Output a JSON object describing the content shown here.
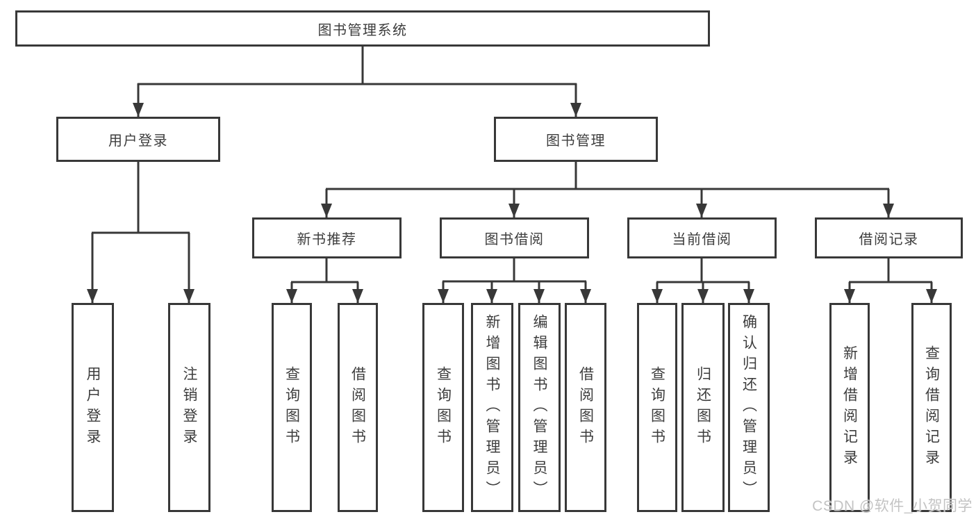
{
  "diagram": {
    "title": "图书管理系统",
    "branches": [
      {
        "label": "用户登录",
        "children": [
          {
            "label": "用户登录"
          },
          {
            "label": "注销登录"
          }
        ]
      },
      {
        "label": "图书管理",
        "children": [
          {
            "label": "新书推荐",
            "children": [
              {
                "label": "查询图书"
              },
              {
                "label": "借阅图书"
              }
            ]
          },
          {
            "label": "图书借阅",
            "children": [
              {
                "label": "查询图书"
              },
              {
                "label": "新增图书（管理员）"
              },
              {
                "label": "编辑图书（管理员）"
              },
              {
                "label": "借阅图书"
              }
            ]
          },
          {
            "label": "当前借阅",
            "children": [
              {
                "label": "查询图书"
              },
              {
                "label": "归还图书"
              },
              {
                "label": "确认归还（管理员）"
              }
            ]
          },
          {
            "label": "借阅记录",
            "children": [
              {
                "label": "新增借阅记录"
              },
              {
                "label": "查询借阅记录"
              }
            ]
          }
        ]
      }
    ]
  },
  "watermark": {
    "text": "CSDN @软件_小贺同学"
  },
  "colors": {
    "line": "#383838",
    "text": "#3d3d3d",
    "watermark": "#c3c3c3",
    "background": "#ffffff"
  }
}
